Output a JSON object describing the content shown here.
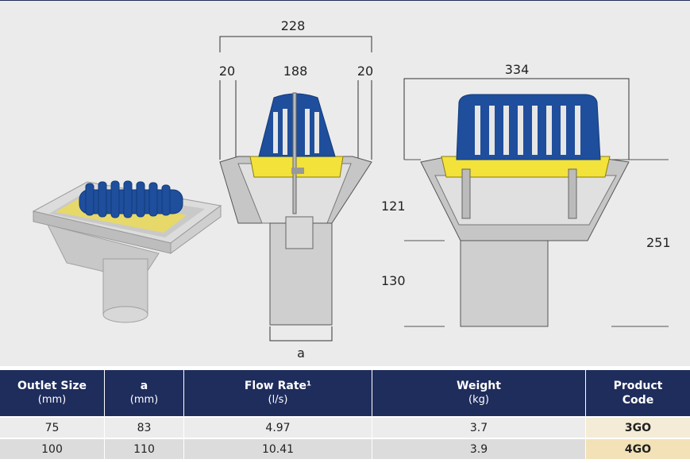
{
  "dimensions": {
    "overall_width": "228",
    "side_left": "20",
    "center": "188",
    "side_right": "20",
    "side_width": "334",
    "upper_height": "121",
    "lower_height": "130",
    "total_height": "251",
    "outlet_label": "a"
  },
  "table": {
    "headers": [
      {
        "label": "Outlet Size",
        "unit": "(mm)"
      },
      {
        "label": "a",
        "unit": "(mm)"
      },
      {
        "label": "Flow Rate¹",
        "unit": "(l/s)"
      },
      {
        "label": "Weight",
        "unit": "(kg)"
      },
      {
        "label": "Product",
        "unit": "Code"
      }
    ],
    "rows": [
      [
        "75",
        "83",
        "4.97",
        "3.7",
        "3GO"
      ],
      [
        "100",
        "110",
        "10.41",
        "3.9",
        "4GO"
      ]
    ]
  },
  "colors": {
    "header_bg": "#1f2d5c",
    "grate_blue": "#1f4e9c",
    "gasket_yellow": "#f2e23a",
    "body_grey": "#c8c8c8"
  }
}
